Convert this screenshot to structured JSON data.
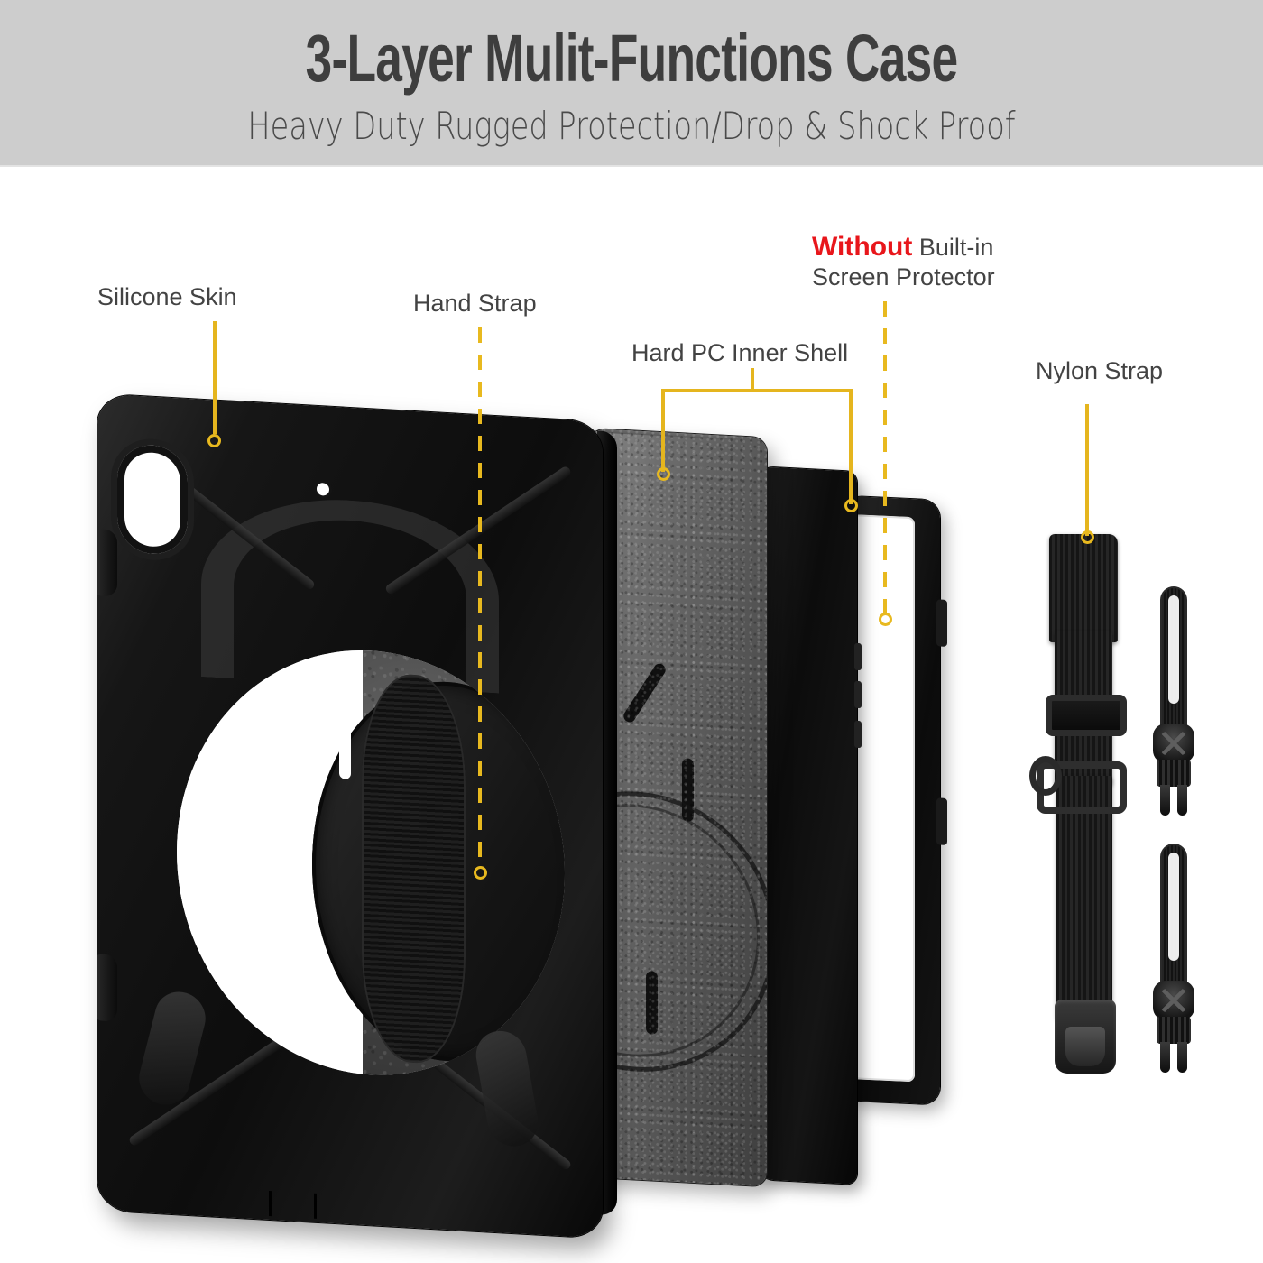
{
  "header": {
    "title": "3-Layer Mulit-Functions Case",
    "subtitle": "Heavy Duty Rugged Protection/Drop & Shock Proof",
    "band_color": "#cdcdcd",
    "title_color": "#3e3e3e"
  },
  "accent": {
    "leader_yellow": "#e8b91f",
    "warning_red": "#e8161b",
    "label_gray": "#434343"
  },
  "callouts": {
    "silicone_skin": "Silicone Skin",
    "hand_strap": "Hand Strap",
    "hard_pc_inner_shell": "Hard PC Inner Shell",
    "screen_protector_emphasis": "Without",
    "screen_protector_rest": " Built-in",
    "screen_protector_line2": "Screen Protector",
    "nylon_strap": "Nylon Strap"
  },
  "product": {
    "layers": [
      "Silicone Skin",
      "Hard PC Inner Shell",
      "Tablet Body",
      "Bezel Frame"
    ],
    "accessories": [
      "Nylon Strap",
      "Connector Loop Strap",
      "Connector Loop Strap"
    ]
  }
}
